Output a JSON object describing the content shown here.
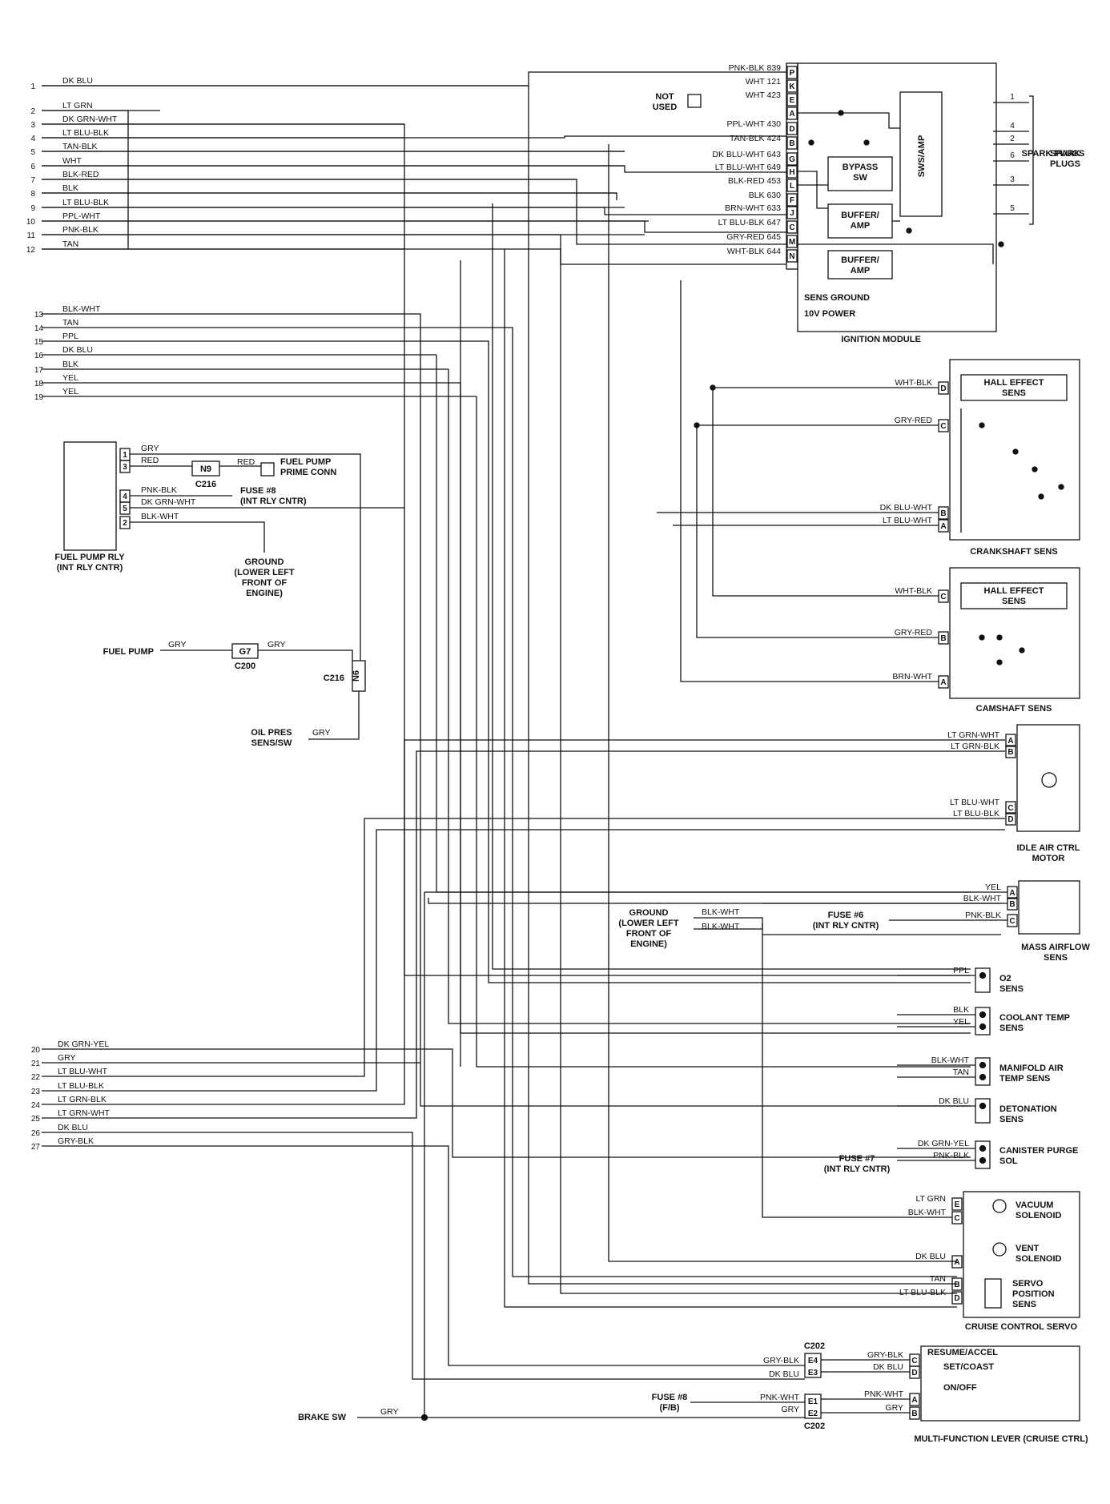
{
  "pcm_pins_top": [
    {
      "n": "1",
      "color": "DK BLU"
    },
    {
      "n": "2",
      "color": "LT GRN"
    },
    {
      "n": "3",
      "color": "DK GRN-WHT"
    },
    {
      "n": "4",
      "color": "LT BLU-BLK"
    },
    {
      "n": "5",
      "color": "TAN-BLK"
    },
    {
      "n": "6",
      "color": "WHT"
    },
    {
      "n": "7",
      "color": "BLK-RED"
    },
    {
      "n": "8",
      "color": "BLK"
    },
    {
      "n": "9",
      "color": "LT BLU-BLK"
    },
    {
      "n": "10",
      "color": "PPL-WHT"
    },
    {
      "n": "11",
      "color": "PNK-BLK"
    },
    {
      "n": "12",
      "color": "TAN"
    }
  ],
  "pcm_pins_mid": [
    {
      "n": "13",
      "color": "BLK-WHT"
    },
    {
      "n": "14",
      "color": "TAN"
    },
    {
      "n": "15",
      "color": "PPL"
    },
    {
      "n": "16",
      "color": "DK BLU"
    },
    {
      "n": "17",
      "color": "BLK"
    },
    {
      "n": "18",
      "color": "YEL"
    },
    {
      "n": "19",
      "color": "YEL"
    }
  ],
  "pcm_pins_bottom": [
    {
      "n": "20",
      "color": "DK GRN-YEL"
    },
    {
      "n": "21",
      "color": "GRY"
    },
    {
      "n": "22",
      "color": "LT BLU-WHT"
    },
    {
      "n": "23",
      "color": "LT BLU-BLK"
    },
    {
      "n": "24",
      "color": "LT GRN-BLK"
    },
    {
      "n": "25",
      "color": "LT GRN-WHT"
    },
    {
      "n": "26",
      "color": "DK BLU"
    },
    {
      "n": "27",
      "color": "GRY-BLK"
    }
  ],
  "ignition_module": {
    "title": "IGNITION MODULE",
    "pins": [
      {
        "pin": "P",
        "wire": "PNK-BLK 839"
      },
      {
        "pin": "K",
        "wire": "WHT 121"
      },
      {
        "pin": "E",
        "wire": "WHT 423"
      },
      {
        "pin": "A",
        "wire": ""
      },
      {
        "pin": "D",
        "wire": "PPL-WHT 430"
      },
      {
        "pin": "B",
        "wire": "TAN-BLK 424"
      },
      {
        "pin": "G",
        "wire": "DK BLU-WHT 643"
      },
      {
        "pin": "H",
        "wire": "LT BLU-WHT 649"
      },
      {
        "pin": "L",
        "wire": "BLK-RED 453"
      },
      {
        "pin": "F",
        "wire": "BLK 630"
      },
      {
        "pin": "J",
        "wire": "BRN-WHT 633"
      },
      {
        "pin": "C",
        "wire": "LT BLU-BLK 647"
      },
      {
        "pin": "M",
        "wire": "GRY-RED 645"
      },
      {
        "pin": "N",
        "wire": "WHT-BLK 644"
      }
    ],
    "not_used": "NOT USED",
    "bypass": "BYPASS SW",
    "buffer1": "BUFFER/ AMP",
    "buffer2": "BUFFER/ AMP",
    "sws": "SWS/AMP",
    "sens_ground": "SENS GROUND",
    "power": "10V POWER",
    "spark_plugs": "SPARK PLUGS",
    "plug_nums": [
      "1",
      "4",
      "2",
      "6",
      "3",
      "5"
    ]
  },
  "crank": {
    "title": "CRANKSHAFT SENS",
    "hall": "HALL EFFECT SENS",
    "pins": [
      {
        "pin": "D",
        "wire": "WHT-BLK"
      },
      {
        "pin": "C",
        "wire": "GRY-RED"
      },
      {
        "pin": "B",
        "wire": "DK BLU-WHT"
      },
      {
        "pin": "A",
        "wire": "LT BLU-WHT"
      }
    ]
  },
  "cam": {
    "title": "CAMSHAFT SENS",
    "hall": "HALL EFFECT SENS",
    "pins": [
      {
        "pin": "C",
        "wire": "WHT-BLK"
      },
      {
        "pin": "B",
        "wire": "GRY-RED"
      },
      {
        "pin": "A",
        "wire": "BRN-WHT"
      }
    ]
  },
  "fuel_relay": {
    "title": "FUEL PUMP RLY (INT RLY CNTR)",
    "pins": [
      {
        "pin": "1",
        "wire": "GRY"
      },
      {
        "pin": "3",
        "wire": "RED"
      },
      {
        "pin": "4",
        "wire": "PNK-BLK"
      },
      {
        "pin": "5",
        "wire": "DK GRN-WHT"
      },
      {
        "pin": "2",
        "wire": "BLK-WHT"
      }
    ],
    "n9": "N9",
    "c216": "C216",
    "red": "RED",
    "prime": "FUEL PUMP PRIME CONN",
    "fuse8": "FUSE #8 (INT RLY CNTR)",
    "ground": "GROUND (LOWER LEFT FRONT OF ENGINE)"
  },
  "fuel_pump": {
    "label": "FUEL PUMP",
    "gry1": "GRY",
    "g7": "G7",
    "gry2": "GRY",
    "c200": "C200",
    "c216": "C216",
    "n6": "N6",
    "oil": "OIL PRES SENS/SW",
    "gry3": "GRY"
  },
  "iac": {
    "title": "IDLE AIR CTRL MOTOR",
    "pins": [
      {
        "pin": "A",
        "wire": "LT GRN-WHT"
      },
      {
        "pin": "B",
        "wire": "LT GRN-BLK"
      },
      {
        "pin": "C",
        "wire": "LT BLU-WHT"
      },
      {
        "pin": "D",
        "wire": "LT BLU-BLK"
      }
    ]
  },
  "maf": {
    "title": "MASS AIRFLOW SENS",
    "pins": [
      {
        "pin": "A",
        "wire": "YEL"
      },
      {
        "pin": "B",
        "wire": "BLK-WHT"
      },
      {
        "pin": "C",
        "wire": "PNK-BLK"
      }
    ],
    "ground": "GROUND (LOWER LEFT FRONT OF ENGINE)",
    "gwire1": "BLK-WHT",
    "gwire2": "BLK-WHT",
    "fuse6": "FUSE #6 (INT RLY CNTR)"
  },
  "sensors": [
    {
      "name": "O2 SENS",
      "wires": [
        "PPL"
      ]
    },
    {
      "name": "COOLANT TEMP SENS",
      "wires": [
        "BLK",
        "YEL"
      ]
    },
    {
      "name": "MANIFOLD AIR TEMP SENS",
      "wires": [
        "BLK-WHT",
        "TAN"
      ]
    },
    {
      "name": "DETONATION SENS",
      "wires": [
        "DK BLU"
      ]
    },
    {
      "name": "CANISTER PURGE SOL",
      "wires": [
        "DK GRN-YEL",
        "PNK-BLK"
      ]
    }
  ],
  "fuse7": "FUSE #7 (INT RLY CNTR)",
  "cruise_servo": {
    "title": "CRUISE CONTROL SERVO",
    "pins": [
      {
        "pin": "E",
        "wire": "LT GRN"
      },
      {
        "pin": "C",
        "wire": "BLK-WHT"
      },
      {
        "pin": "A",
        "wire": "DK BLU"
      },
      {
        "pin": "B",
        "wire": "TAN"
      },
      {
        "pin": "D",
        "wire": "LT BLU-BLK"
      }
    ],
    "vacuum": "VACUUM SOLENOID",
    "vent": "VENT SOLENOID",
    "servo": "SERVO POSITION SENS"
  },
  "mfl": {
    "title": "MULTI-FUNCTION LEVER (CRUISE CTRL)",
    "c202": "C202",
    "c202b": "C202",
    "e4": "E4",
    "e3": "E3",
    "e1": "E1",
    "e2": "E2",
    "left": [
      "GRY-BLK",
      "DK BLU",
      "PNK-WHT",
      "GRY"
    ],
    "right": [
      "GRY-BLK",
      "DK BLU",
      "PNK-WHT",
      "GRY"
    ],
    "pins": [
      "C",
      "D",
      "A",
      "B"
    ],
    "resume": "RESUME/ACCEL",
    "set": "SET/COAST",
    "onoff": "ON/OFF",
    "fuse8": "FUSE #8 (F/B)",
    "brake": "BRAKE SW",
    "brake_gry": "GRY"
  }
}
